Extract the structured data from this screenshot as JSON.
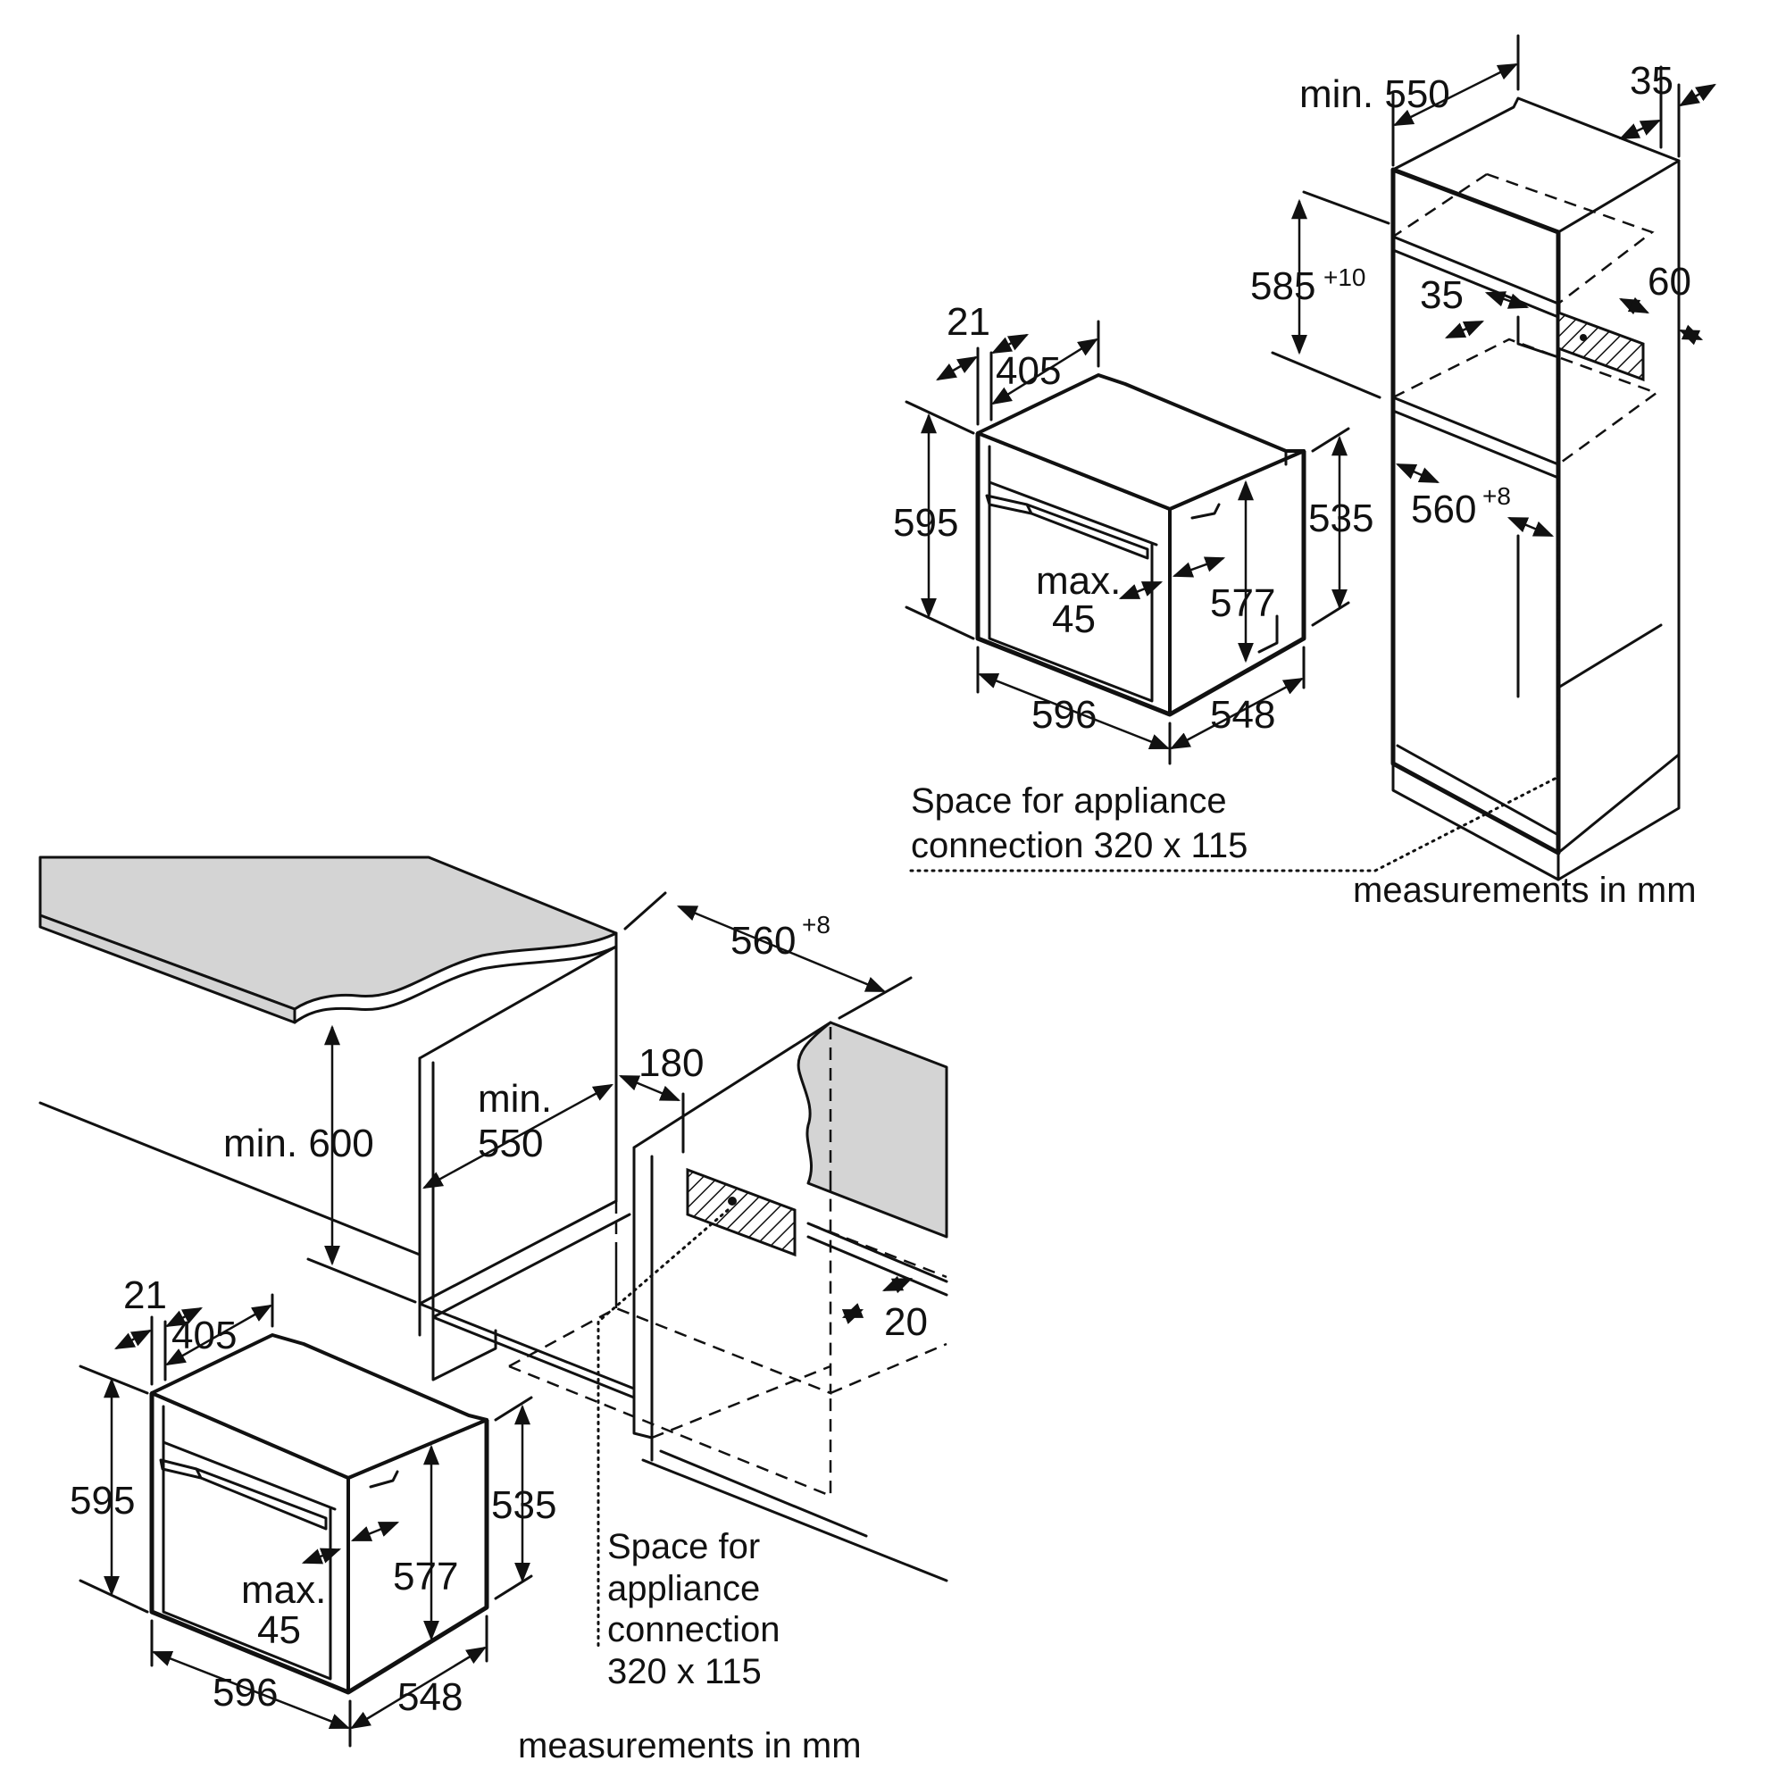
{
  "top": {
    "dims": {
      "min_550": "min. 550",
      "d35_top": "35",
      "d585": "585",
      "d585_sup": "+10",
      "d35_mid": "35",
      "d60": "60",
      "d21": "21",
      "d405": "405",
      "d595": "595",
      "d535": "535",
      "d560": "560",
      "d560_sup": "+8",
      "max": "max.",
      "d45": "45",
      "d577": "577",
      "d596": "596",
      "d548": "548"
    },
    "note_line1": "Space for appliance",
    "note_line2": "connection 320 x 115",
    "units": "measurements in mm"
  },
  "bottom": {
    "dims": {
      "d560": "560",
      "d560_sup": "+8",
      "d180": "180",
      "min_word": "min.",
      "d550": "550",
      "min_600": "min. 600",
      "d20": "20",
      "d21": "21",
      "d405": "405",
      "d595": "595",
      "d535": "535",
      "max": "max.",
      "d45": "45",
      "d577": "577",
      "d596": "596",
      "d548": "548"
    },
    "note_line1": "Space for",
    "note_line2": "appliance",
    "note_line3": "connection",
    "note_line4": "320 x 115",
    "units": "measurements in mm"
  }
}
